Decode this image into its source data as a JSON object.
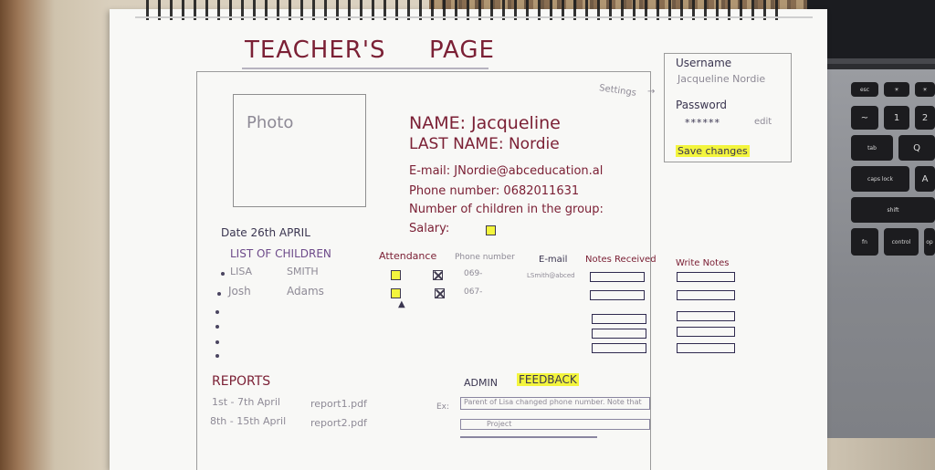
{
  "page": {
    "title_left": "TEACHER'S",
    "title_right": "PAGE",
    "settings_link": "Settings"
  },
  "profile": {
    "photo_label": "Photo",
    "name": "NAME: Jacqueline",
    "last_name": "LAST NAME: Nordie",
    "email": "E-mail: JNordie@abceducation.al",
    "phone": "Phone number: 0682011631",
    "children_count": "Number of children in the group:",
    "salary": "Salary:"
  },
  "account": {
    "username_label": "Username",
    "username_value": "Jacqueline Nordie",
    "password_label": "Password",
    "password_value": "******",
    "edit_label": "edit",
    "save_button": "Save changes"
  },
  "date_label": "Date 26th APRIL",
  "children_table": {
    "title": "LIST OF CHILDREN",
    "headers": {
      "attendance": "Attendance",
      "phone": "Phone number",
      "email": "E-mail",
      "notes_received": "Notes Received",
      "write_notes": "Write Notes"
    },
    "rows": [
      {
        "first": "LISA",
        "last": "SMITH",
        "phone": "069-",
        "email": "LSmith@abced"
      },
      {
        "first": "Josh",
        "last": "Adams",
        "phone": "067-",
        "email": ""
      }
    ]
  },
  "reports": {
    "title": "REPORTS",
    "items": [
      {
        "range": "1st - 7th April",
        "file": "report1.pdf"
      },
      {
        "range": "8th - 15th April",
        "file": "report2.pdf"
      }
    ]
  },
  "feedback": {
    "admin_label": "ADMIN",
    "title": "FEEDBACK",
    "example_prefix": "Ex:",
    "example_text": "Parent of Lisa changed phone number. Note that",
    "field_text": "Project"
  },
  "colors": {
    "highlight": "#f3f53d",
    "ink_maroon": "#7b2035",
    "ink_purple": "#6d4a8a",
    "paper": "#f8f8f6"
  }
}
